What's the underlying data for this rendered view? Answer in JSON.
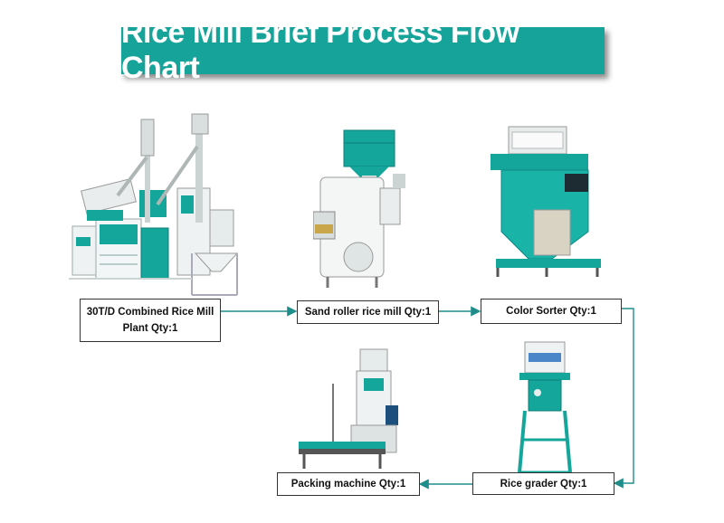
{
  "title": "Rice Mill Brief Process Flow Chart",
  "colors": {
    "banner": "#16a39a",
    "machine_teal": "#14a69a",
    "machine_white": "#eef2f2",
    "arrow": "#1f8e8a"
  },
  "steps": [
    {
      "label": "30T/D Combined Rice Mill Plant Qty:1",
      "machine_icon": "combined-rice-mill-icon"
    },
    {
      "label": "Sand roller rice mill Qty:1",
      "machine_icon": "sand-roller-rice-mill-icon"
    },
    {
      "label": "Color Sorter Qty:1",
      "machine_icon": "color-sorter-icon"
    },
    {
      "label": "Rice grader Qty:1",
      "machine_icon": "rice-grader-icon"
    },
    {
      "label": "Packing machine Qty:1",
      "machine_icon": "packing-machine-icon"
    }
  ]
}
